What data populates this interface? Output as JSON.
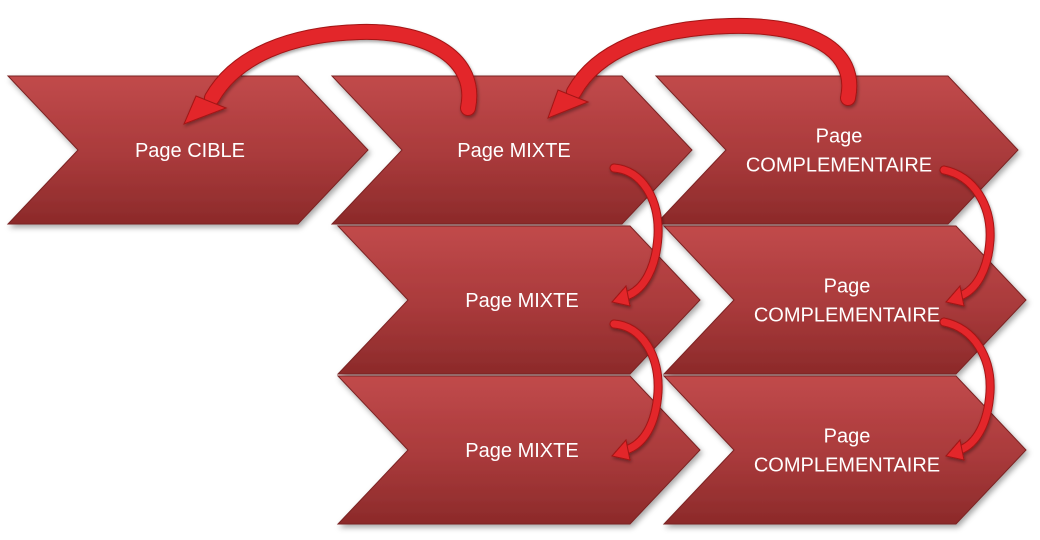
{
  "diagram": {
    "colors": {
      "chevron_top": "#c14a4b",
      "chevron_bottom": "#8c2a2a",
      "chevron_edge": "#7a2424",
      "arrow": "#e3262b",
      "arrow_dark": "#a31313",
      "text": "#ffffff"
    },
    "nodes": [
      {
        "id": "cible",
        "lines": [
          "Page CIBLE"
        ]
      },
      {
        "id": "mixte-1",
        "lines": [
          "Page MIXTE"
        ]
      },
      {
        "id": "complementaire-1",
        "lines": [
          "Page",
          "COMPLEMENTAIRE"
        ]
      },
      {
        "id": "mixte-2",
        "lines": [
          "Page MIXTE"
        ]
      },
      {
        "id": "complementaire-2",
        "lines": [
          "Page",
          "COMPLEMENTAIRE"
        ]
      },
      {
        "id": "mixte-3",
        "lines": [
          "Page MIXTE"
        ]
      },
      {
        "id": "complementaire-3",
        "lines": [
          "Page",
          "COMPLEMENTAIRE"
        ]
      }
    ],
    "links": [
      {
        "from": "mixte-1",
        "to": "cible",
        "kind": "arc-over"
      },
      {
        "from": "complementaire-1",
        "to": "mixte-1",
        "kind": "arc-over"
      },
      {
        "from": "mixte-1",
        "to": "mixte-2",
        "kind": "side-loop"
      },
      {
        "from": "mixte-2",
        "to": "mixte-3",
        "kind": "side-loop"
      },
      {
        "from": "complementaire-1",
        "to": "complementaire-2",
        "kind": "side-loop"
      },
      {
        "from": "complementaire-2",
        "to": "complementaire-3",
        "kind": "side-loop"
      }
    ]
  }
}
